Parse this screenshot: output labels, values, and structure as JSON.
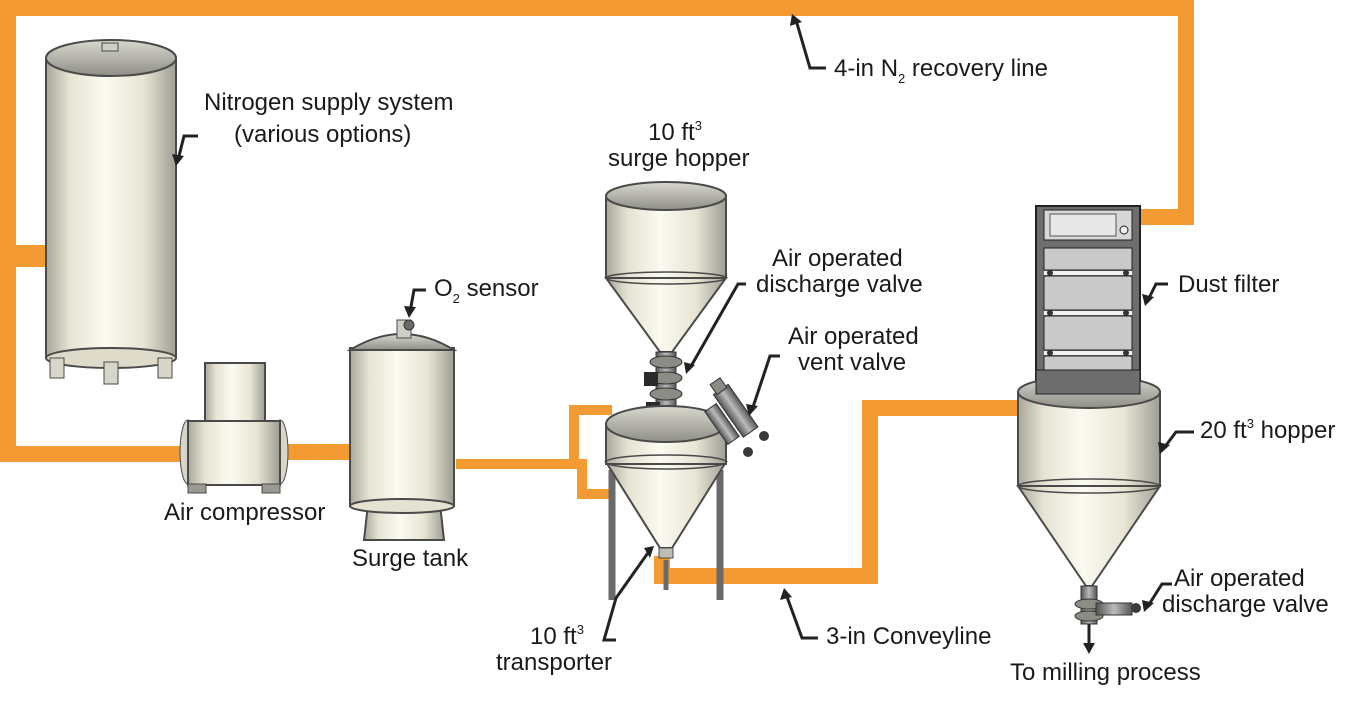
{
  "colors": {
    "pipe": "#f49a33",
    "outline": "#3a3a3a",
    "metal_light": "#f4f1e2",
    "metal_dark": "#9a9a92",
    "filter_frame": "#2e2e2e",
    "filter_panel": "#c9c9c9"
  },
  "icons": [
    "nitrogen-tank-icon",
    "air-compressor-icon",
    "surge-tank-icon",
    "o2-sensor-icon",
    "surge-hopper-icon",
    "transporter-icon",
    "dust-filter-icon",
    "hopper-20ft-icon",
    "valve-icon"
  ],
  "labels": {
    "recovery_line": {
      "pre": "4-in  N",
      "sub": "2",
      "post": " recovery line"
    },
    "nitrogen_supply": {
      "line1": "Nitrogen supply system",
      "line2": "(various options)"
    },
    "air_compressor": "Air compressor",
    "surge_tank": "Surge tank",
    "o2_sensor": {
      "pre": "O",
      "sub": "2",
      "post": " sensor"
    },
    "surge_hopper": {
      "line1_pre": "10 ft",
      "line1_sup": "3",
      "line2": "surge hopper"
    },
    "discharge_valve_top": {
      "line1": "Air operated",
      "line2": "discharge valve"
    },
    "vent_valve": {
      "line1": "Air operated",
      "line2": "vent valve"
    },
    "transporter": {
      "line1_pre": "10 ft",
      "line1_sup": "3",
      "line2": "transporter"
    },
    "conveyline": "3-in Conveyline",
    "dust_filter": "Dust filter",
    "hopper_20": {
      "pre": "20 ft",
      "sup": "3",
      "post": " hopper"
    },
    "discharge_valve_bottom": {
      "line1": "Air operated",
      "line2": "discharge valve"
    },
    "milling": "To milling process"
  }
}
